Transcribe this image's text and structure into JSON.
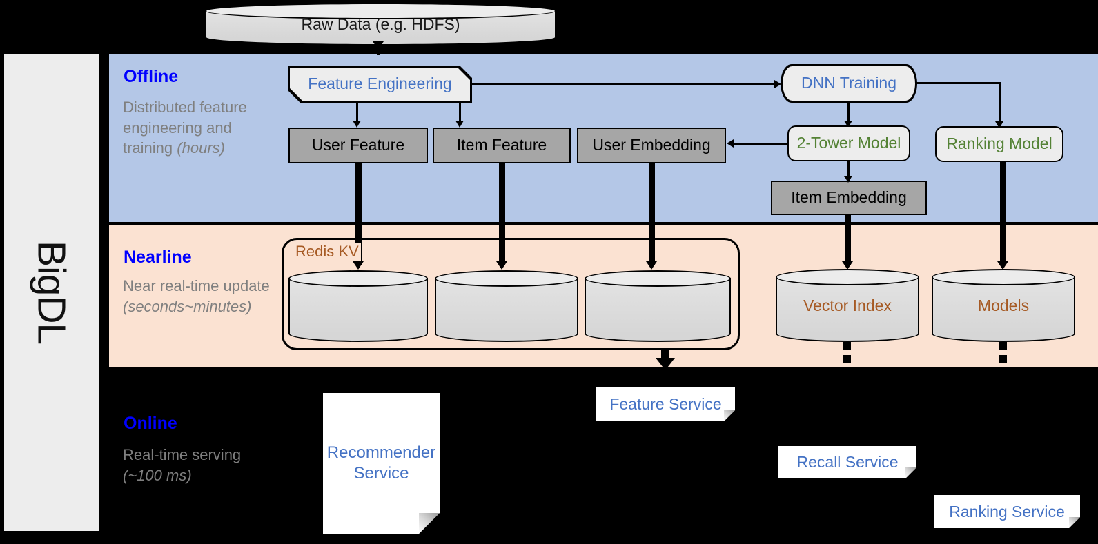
{
  "rail": {
    "label": "BigDL"
  },
  "bands": {
    "offline": {
      "title": "Offline",
      "description_line1": "Distributed feature engineering and training ",
      "description_emphasis": "(hours)"
    },
    "nearline": {
      "title": "Nearline",
      "description_line1": "Near real-time update ",
      "description_emphasis": "(seconds~minutes)"
    },
    "online": {
      "title": "Online",
      "description_line1": "Real-time serving ",
      "description_emphasis": "(~100 ms)"
    }
  },
  "nodes": {
    "raw_data": "Raw Data (e.g. HDFS)",
    "feature_engineering": "Feature Engineering",
    "dnn_training": "DNN Training",
    "user_feature": "User Feature",
    "item_feature": "Item Feature",
    "user_embedding": "User Embedding",
    "two_tower_model": "2-Tower Model",
    "ranking_model": "Ranking Model",
    "item_embedding": "Item Embedding",
    "redis_kv": "Redis KV",
    "vector_index": "Vector Index",
    "models": "Models",
    "feature_service": "Feature Service",
    "recommender_service_line1": "Recommender",
    "recommender_service_line2": "Service",
    "recall_service": "Recall Service",
    "ranking_service": "Ranking Service"
  },
  "colors": {
    "offline_band": "#b4c7e7",
    "nearline_band": "#fbe2d2",
    "online_band": "#000000",
    "band_title": "#0000ff",
    "band_description": "#7f7f7f",
    "blue_text": "#4472c4",
    "green_text": "#548235",
    "brown_text": "#a65a24",
    "gray_box": "#a6a6a6",
    "light_box": "#ededed",
    "rail": "#ededed"
  }
}
